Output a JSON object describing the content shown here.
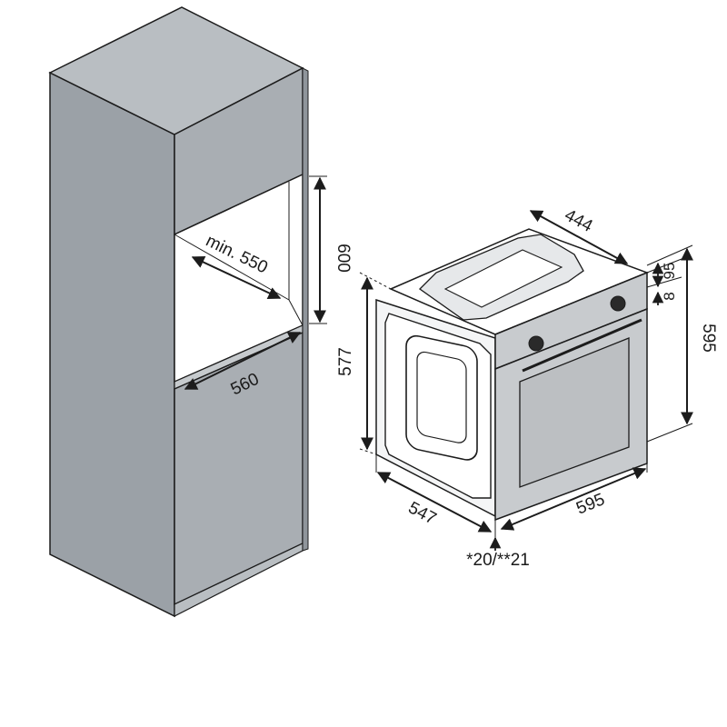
{
  "colors": {
    "cabinet_front": "#a9aeb3",
    "cabinet_side": "#9ba1a7",
    "cabinet_top": "#b9bec2",
    "niche_interior": "#ffffff",
    "oven_panel": "#c8cbce",
    "oven_glass": "#bcbfc2",
    "outline": "#1c1c1c"
  },
  "cabinet": {
    "dim_niche_depth": "min. 550",
    "dim_niche_height": "600",
    "dim_niche_width": "560"
  },
  "oven": {
    "dim_top_depth": "444",
    "dim_panel_height": "95",
    "dim_panel_offset": "8",
    "dim_total_height": "595",
    "dim_body_height": "577",
    "dim_depth": "547",
    "dim_width": "595",
    "footnote": "*20/**21"
  }
}
